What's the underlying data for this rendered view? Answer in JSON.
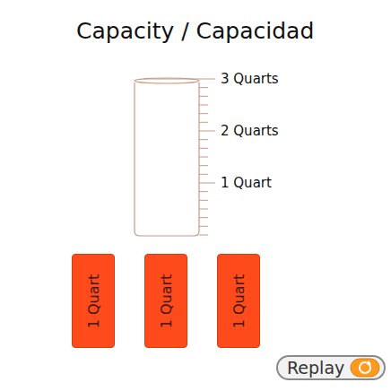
{
  "diagram": {
    "title": "Capacity / Capacidad",
    "nodes": [
      {
        "text": [
          "1 Quart"
        ]
      },
      {
        "text": [
          "1 Quart"
        ]
      },
      {
        "text": [
          "1 Quart"
        ]
      },
      {
        "text": [
          "Replay"
        ]
      }
    ],
    "labels": [
      "3 Quarts",
      "2 Quarts",
      "1 Quart"
    ]
  }
}
